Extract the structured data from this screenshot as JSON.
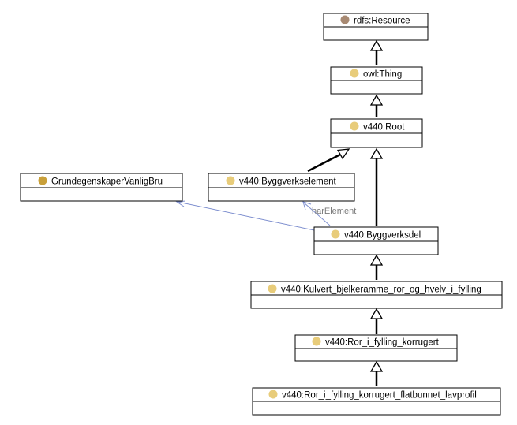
{
  "colors": {
    "resource_dot": "#a88a73",
    "class_dot": "#e8cc7a",
    "dark_class_dot": "#c9a03a",
    "property_line": "#7e8fcf",
    "property_label": "#7a7a7a"
  },
  "nodes": [
    {
      "id": "rdfs-resource",
      "label": "rdfs:Resource",
      "dot": "resource"
    },
    {
      "id": "owl-thing",
      "label": "owl:Thing",
      "dot": "class"
    },
    {
      "id": "v440-root",
      "label": "v440:Root",
      "dot": "class"
    },
    {
      "id": "grundegenskaper",
      "label": "GrundegenskaperVanligBru",
      "dot": "dark"
    },
    {
      "id": "v440-byggverkselement",
      "label": "v440:Byggverkselement",
      "dot": "class"
    },
    {
      "id": "v440-byggverksdel",
      "label": "v440:Byggverksdel",
      "dot": "class"
    },
    {
      "id": "v440-kulvert",
      "label": "v440:Kulvert_bjelkeramme_ror_og_hvelv_i_fylling",
      "dot": "class"
    },
    {
      "id": "v440-ror-korrugert",
      "label": "v440:Ror_i_fylling_korrugert",
      "dot": "class"
    },
    {
      "id": "v440-ror-flatbunnet",
      "label": "v440:Ror_i_fylling_korrugert_flatbunnet_lavprofil",
      "dot": "class"
    }
  ],
  "edges": [
    {
      "from": "owl-thing",
      "to": "rdfs-resource",
      "type": "subclass"
    },
    {
      "from": "v440-root",
      "to": "owl-thing",
      "type": "subclass"
    },
    {
      "from": "v440-byggverkselement",
      "to": "v440-root",
      "type": "subclass"
    },
    {
      "from": "v440-byggverksdel",
      "to": "v440-root",
      "type": "subclass"
    },
    {
      "from": "v440-kulvert",
      "to": "v440-byggverksdel",
      "type": "subclass"
    },
    {
      "from": "v440-ror-korrugert",
      "to": "v440-kulvert",
      "type": "subclass"
    },
    {
      "from": "v440-ror-flatbunnet",
      "to": "v440-ror-korrugert",
      "type": "subclass"
    },
    {
      "from": "v440-byggverksdel",
      "to": "grundegenskaper",
      "type": "property",
      "label": ""
    },
    {
      "from": "v440-byggverksdel",
      "to": "v440-byggverkselement",
      "type": "property",
      "label": "harElement"
    }
  ]
}
